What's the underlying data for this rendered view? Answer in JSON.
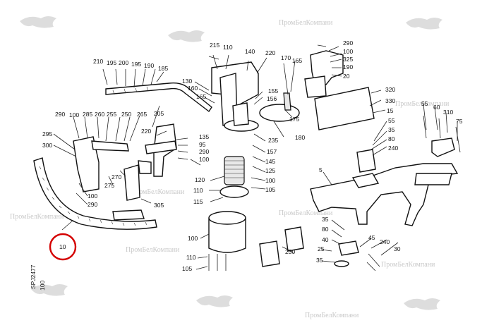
{
  "watermark": "ПромБелКомпани",
  "drawing_code": "SPJ2477",
  "page_number": "100",
  "highlight": {
    "label": "10",
    "color": "#d40000"
  },
  "labels": [
    "215",
    "110",
    "140",
    "220",
    "290",
    "100",
    "325",
    "190",
    "20",
    "210",
    "195",
    "200",
    "195",
    "190",
    "185",
    "130",
    "160",
    "165",
    "170",
    "165",
    "155",
    "156",
    "320",
    "330",
    "15",
    "55",
    "60",
    "310",
    "75",
    "55",
    "35",
    "80",
    "240",
    "290",
    "100",
    "285",
    "260",
    "255",
    "250",
    "265",
    "205",
    "295",
    "300",
    "220",
    "235",
    "180",
    "175",
    "157",
    "145",
    "125",
    "100",
    "105",
    "135",
    "95",
    "290",
    "100",
    "120",
    "110",
    "115",
    "270",
    "275",
    "100",
    "290",
    "305",
    "5",
    "35",
    "80",
    "40",
    "25",
    "230",
    "45",
    "240",
    "30",
    "35",
    "100",
    "110",
    "105"
  ]
}
